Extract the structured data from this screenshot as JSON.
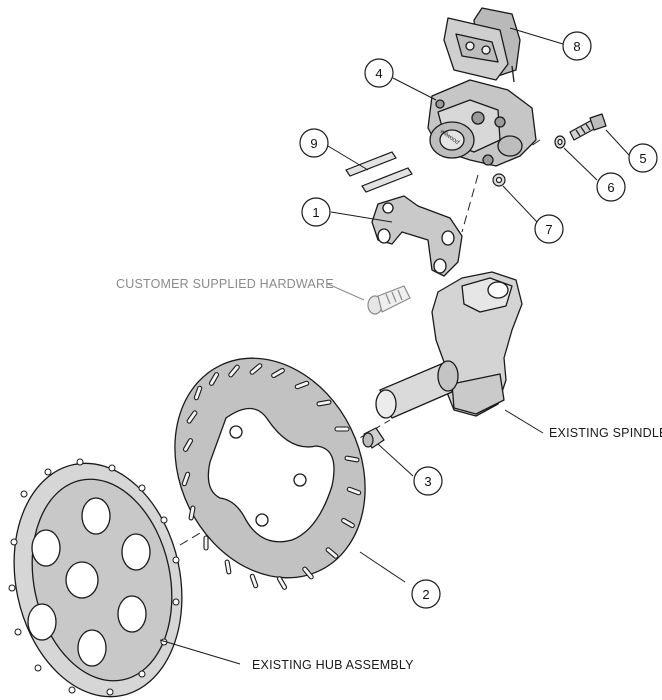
{
  "callouts": [
    {
      "num": "1"
    },
    {
      "num": "2"
    },
    {
      "num": "3"
    },
    {
      "num": "4"
    },
    {
      "num": "5"
    },
    {
      "num": "6"
    },
    {
      "num": "7"
    },
    {
      "num": "8"
    },
    {
      "num": "9"
    }
  ],
  "labels": {
    "customer_hardware": "CUSTOMER SUPPLIED HARDWARE",
    "existing_spindle": "EXISTING SPINDLE",
    "existing_hub": "EXISTING HUB ASSEMBLY"
  },
  "caliper_logo": "wilwood",
  "colors": {
    "part_fill": "#c8c8c8",
    "part_stroke": "#1a1a1a",
    "light_fill": "#dedede",
    "grey_label": "#8a8a8a"
  }
}
